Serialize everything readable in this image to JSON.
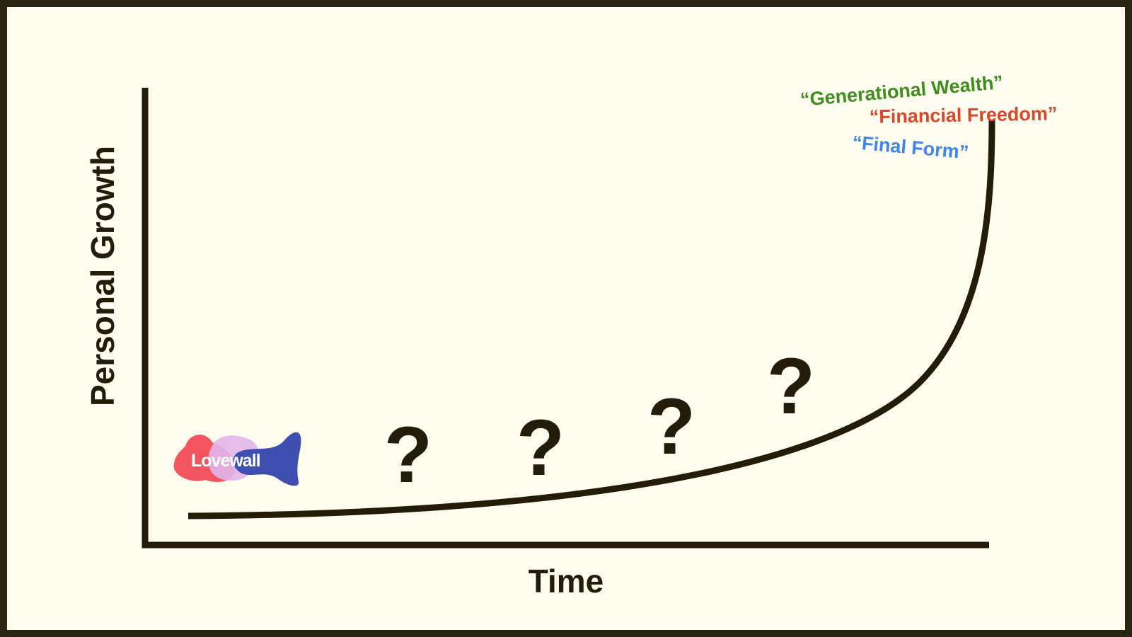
{
  "diagram": {
    "x_axis_label": "Time",
    "y_axis_label": "Personal Growth",
    "logo": {
      "text": "Lovewall",
      "colors": {
        "left_blob": "#f2555f",
        "middle_blob": "#e2b6ea",
        "right_blob": "#3e4fb0"
      }
    },
    "milestones": [
      "?",
      "?",
      "?",
      "?"
    ],
    "goals": [
      {
        "text": "“Generational Wealth”",
        "color": "#3f8d1f"
      },
      {
        "text": "“Financial Freedom”",
        "color": "#d9482a"
      },
      {
        "text": "“Final Form”",
        "color": "#3f86e8"
      }
    ]
  },
  "colors": {
    "background": "#fdfcee",
    "border": "#2a2412",
    "ink": "#221c08"
  }
}
